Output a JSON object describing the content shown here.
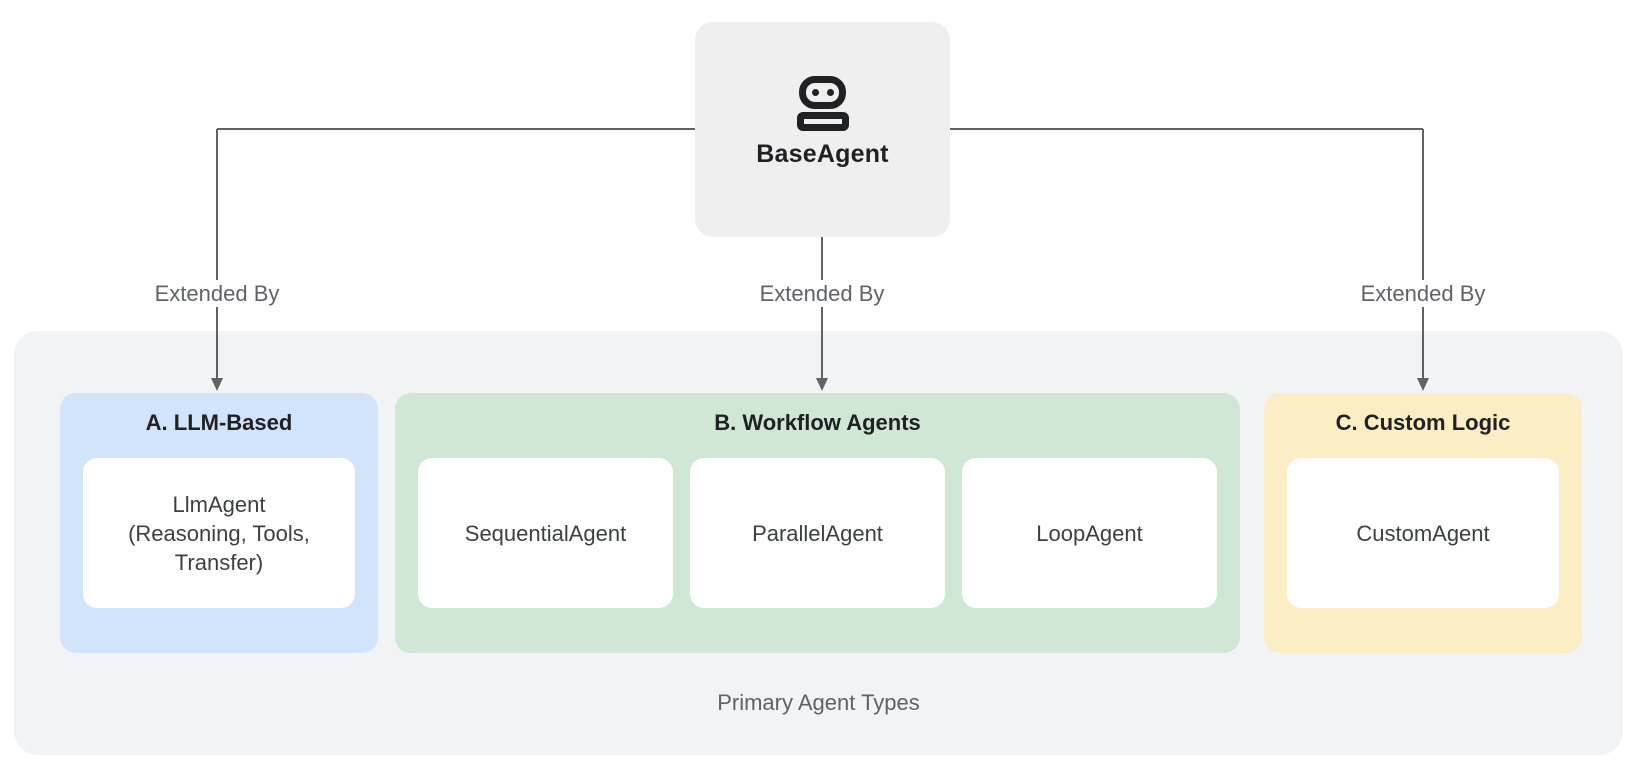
{
  "diagram": {
    "root_node": {
      "label": "BaseAgent",
      "icon": "robot-icon"
    },
    "edges": [
      {
        "label": "Extended By"
      },
      {
        "label": "Extended By"
      },
      {
        "label": "Extended By"
      }
    ],
    "groups": [
      {
        "label": "A. LLM-Based",
        "cards": [
          {
            "lines": [
              "LlmAgent",
              "(Reasoning, Tools,",
              "Transfer)"
            ]
          }
        ]
      },
      {
        "label": "B. Workflow Agents",
        "cards": [
          {
            "lines": [
              "SequentialAgent"
            ]
          },
          {
            "lines": [
              "ParallelAgent"
            ]
          },
          {
            "lines": [
              "LoopAgent"
            ]
          }
        ]
      },
      {
        "label": "C. Custom Logic",
        "cards": [
          {
            "lines": [
              "CustomAgent"
            ]
          }
        ]
      }
    ],
    "caption": "Primary Agent Types"
  },
  "colors": {
    "group-llm": "#d2e3fc",
    "group-workflow": "#d1e7d5",
    "group-custom": "#fbeec4",
    "container-bg": "#f1f3f4",
    "root-node-bg": "#efefef",
    "card-bg": "#ffffff",
    "card-text": "#3c4043",
    "connector": "#5f6368",
    "text-dark": "#202124",
    "text-muted": "#5f6368"
  }
}
